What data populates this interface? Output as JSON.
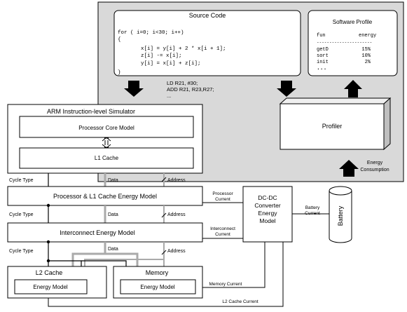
{
  "source_code": {
    "title": "Source Code",
    "lines": [
      "for ( i=0; i<30; i++)",
      "{",
      "x[i] = y[i] + 2 * x[i + 1];",
      "z[i] -= x[i];",
      "y[i] = x[i] + z[i];",
      "}"
    ],
    "asm": [
      "LD R21, #30;",
      "ADD R21, R23,R27;",
      "..."
    ]
  },
  "software_profile": {
    "title": "Software Profile",
    "col_fun": "fun",
    "col_energy": "energy",
    "separator": "----------------------",
    "rows": [
      {
        "fun": "getD",
        "energy": "15%"
      },
      {
        "fun": "sort",
        "energy": "10%"
      },
      {
        "fun": "init",
        "energy": "2%"
      }
    ],
    "ellipsis": "..."
  },
  "profiler": {
    "label": "Profiler"
  },
  "energy_consumption": {
    "line1": "Energy",
    "line2": "Consumption"
  },
  "simulator": {
    "title": "ARM Instruction-level Simulator",
    "core": "Processor Core Model",
    "l1": "L1 Cache"
  },
  "bus_labels": {
    "cycle_type": "Cycle Type",
    "data": "Data",
    "address": "Address"
  },
  "processor_energy_model": "Processor & L1 Cache Energy Model",
  "interconnect_energy_model": "Interconnect Energy Model",
  "dcdc": {
    "lines": [
      "DC-DC",
      "Converter",
      "Energy",
      "Model"
    ]
  },
  "battery": {
    "label": "Battery"
  },
  "currents": {
    "processor": [
      "Processor",
      "Current"
    ],
    "interconnect": [
      "Interconnect",
      "Current"
    ],
    "battery": [
      "Battery",
      "Current"
    ],
    "memory": "Memory Current",
    "l2": "L2 Cache Current"
  },
  "l2_cache": {
    "title": "L2 Cache",
    "model": "Energy Model"
  },
  "memory": {
    "title": "Memory",
    "model": "Energy Model"
  }
}
